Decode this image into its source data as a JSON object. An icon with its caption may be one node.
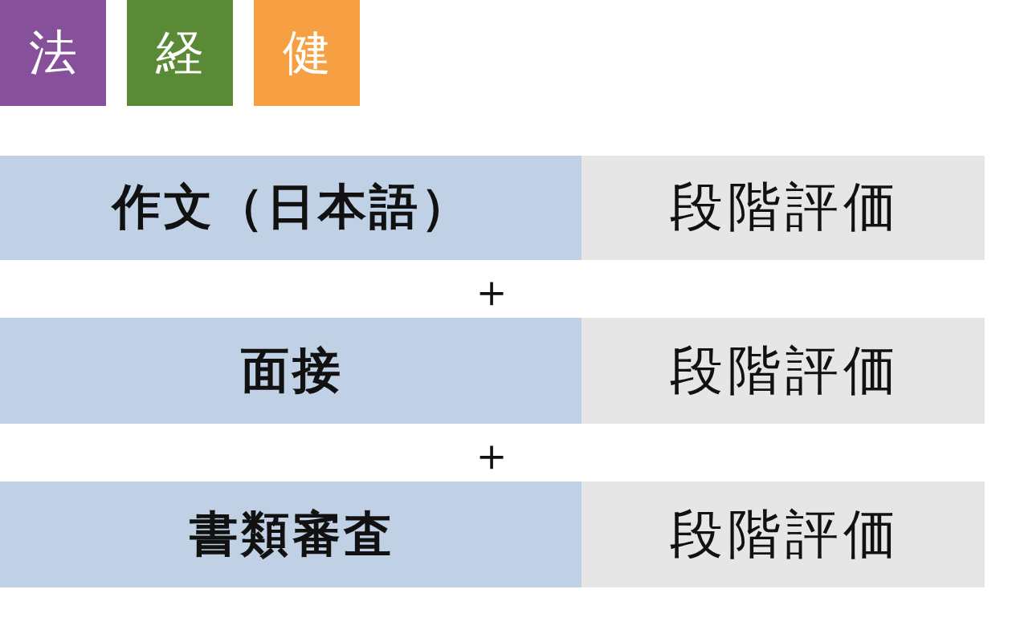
{
  "diagram": {
    "nodes": [
      {
        "text": [
          "法"
        ]
      },
      {
        "text": [
          "経"
        ]
      },
      {
        "text": [
          "健"
        ]
      },
      {
        "text": [
          "作文（日本語）"
        ]
      },
      {
        "text": [
          "段階評価"
        ]
      },
      {
        "text": [
          "面接"
        ]
      },
      {
        "text": [
          "段階評価"
        ]
      },
      {
        "text": [
          "書類審査"
        ]
      },
      {
        "text": [
          "段階評価"
        ]
      }
    ],
    "labels": [
      "＋",
      "＋"
    ]
  }
}
